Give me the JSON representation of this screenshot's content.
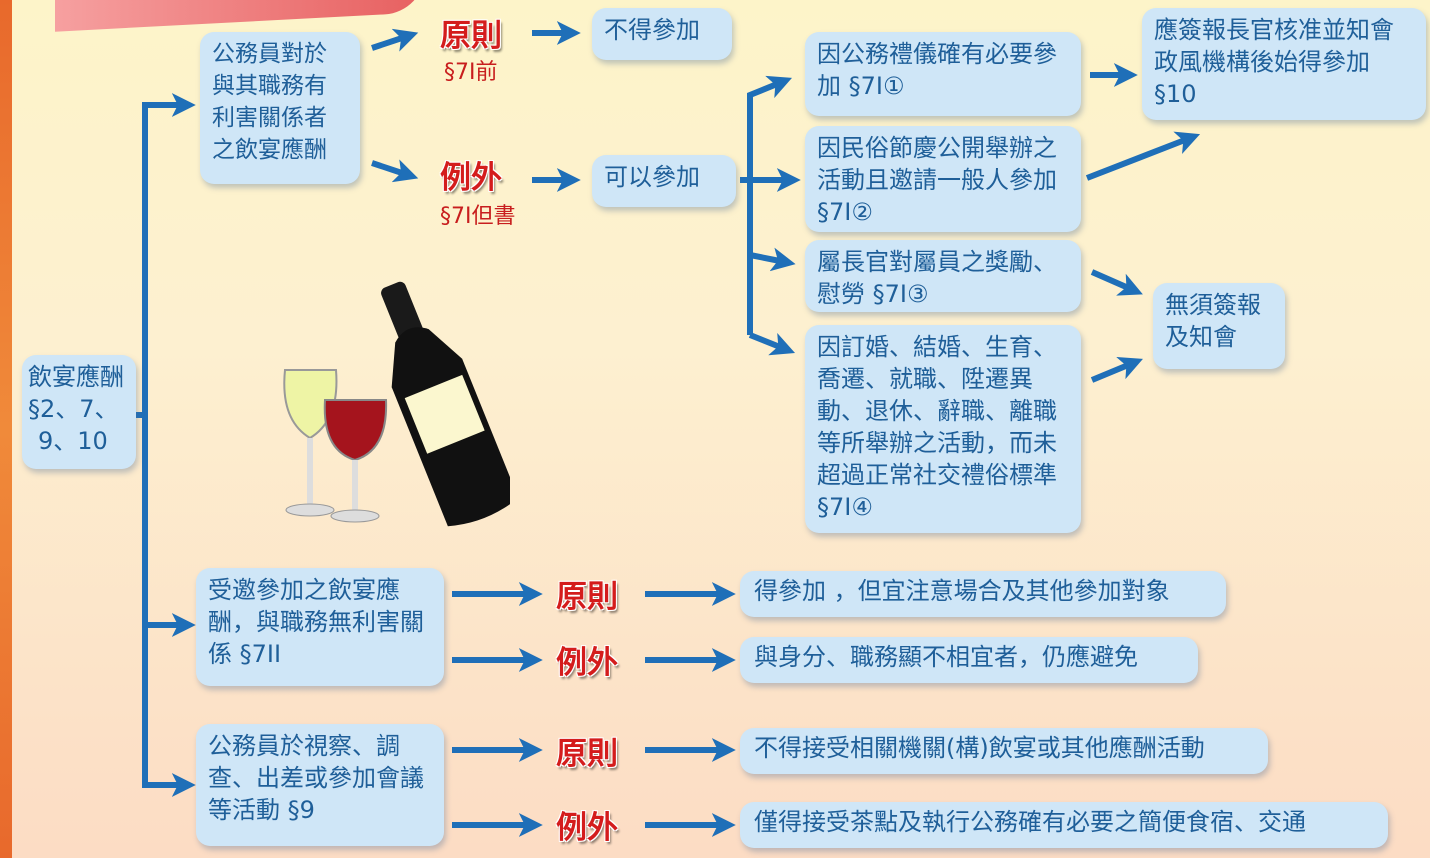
{
  "root": {
    "title": "飲宴應酬",
    "refs": "§2、7、",
    "refs2": "9、10"
  },
  "branch1": {
    "label": "公務員對於與其職務有利害關係者之飲宴應酬",
    "principle": "原則",
    "principle_ref": "§7I前",
    "principle_result": "不得參加",
    "exception": "例外",
    "exception_ref": "§7I但書",
    "exception_result": "可以參加",
    "cases": [
      "因公務禮儀確有必要參加 §7I①",
      "因民俗節慶公開舉辦之活動且邀請一般人參加 §7I②",
      "屬長官對屬員之獎勵、慰勞 §7I③",
      "因訂婚、結婚、生育、喬遷、就職、陞遷異動、退休、辭職、離職等所舉辦之活動，而未超過正常社交禮俗標準 §7I④"
    ],
    "report_required": "應簽報長官核准並知會政風機構後始得參加 §10",
    "no_report": "無須簽報及知會"
  },
  "branch2": {
    "label": "受邀參加之飲宴應酬，與職務無利害關係 §7II",
    "principle": "原則",
    "principle_result": "得參加 ，但宜注意場合及其他參加對象",
    "exception": "例外",
    "exception_result": "與身分、職務顯不相宜者，仍應避免"
  },
  "branch3": {
    "label": "公務員於視察、調查、出差或參加會議等活動 §9",
    "principle": "原則",
    "principle_result": "不得接受相關機關(構)飲宴或其他應酬活動",
    "exception": "例外",
    "exception_result": "僅得接受茶點及執行公務確有必要之簡便食宿、交通"
  },
  "colors": {
    "box": "#cfe6f7",
    "text": "#1f5f99",
    "arrow": "#1f6fb8",
    "tag": "#d41c1c"
  }
}
